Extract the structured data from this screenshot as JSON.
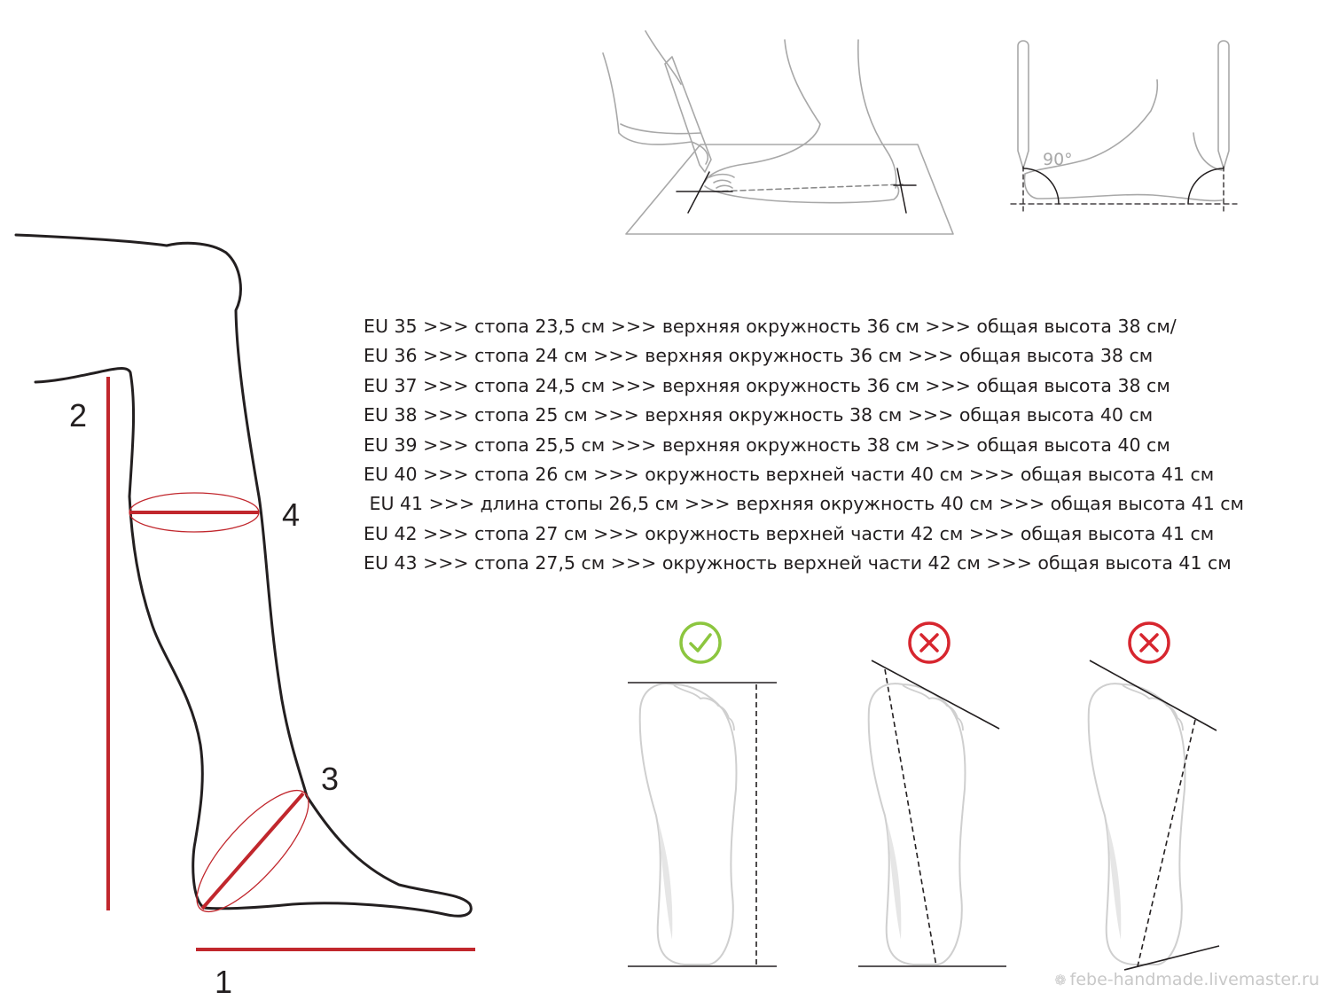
{
  "size_table": [
    "EU 35 >>> стопа 23,5 см >>> верхняя окружность 36 см >>> общая высота 38 см/",
    "EU 36 >>> стопа 24 см >>> верхняя окружность 36 см >>> общая высота 38 см",
    "EU 37 >>> стопа 24,5 см >>> верхняя окружность 36 см >>> общая высота 38 см",
    "EU 38 >>> стопа 25 см >>> верхняя окружность 38 см >>> общая высота 40 см",
    "EU 39 >>> стопа 25,5 см >>> верхняя окружность 38 см >>> общая высота 40 см",
    "EU 40 >>> стопа 26 см >>> окружность верхней части 40 см >>> общая высота 41 см",
    " EU 41 >>> длина стопы 26,5 см >>> верхняя окружность 40 см >>> общая высота 41 см",
    "EU 42 >>> стопа 27 см >>> окружность верхней части 42 см >>> общая высота 41 см",
    "EU 43 >>> стопа 27,5 см >>> окружность верхней части 42 см >>> общая высота 41 см"
  ],
  "measurement_labels": {
    "foot_length": "1",
    "total_height": "2",
    "ankle_circumference": "3",
    "upper_circumference": "4"
  },
  "angle_label": "90°",
  "watermark": "febe-handmade.livemaster.ru",
  "icons": {
    "correct": "check-circle-icon",
    "wrong_1": "x-circle-icon",
    "wrong_2": "x-circle-icon",
    "watermark_logo": "flower-logo-icon"
  },
  "colors": {
    "measure_red": "#c1272d",
    "outline": "#231f20",
    "correct_green": "#8cc63f",
    "wrong_red": "#d7262f",
    "sketch_gray": "#a8a8a8"
  }
}
